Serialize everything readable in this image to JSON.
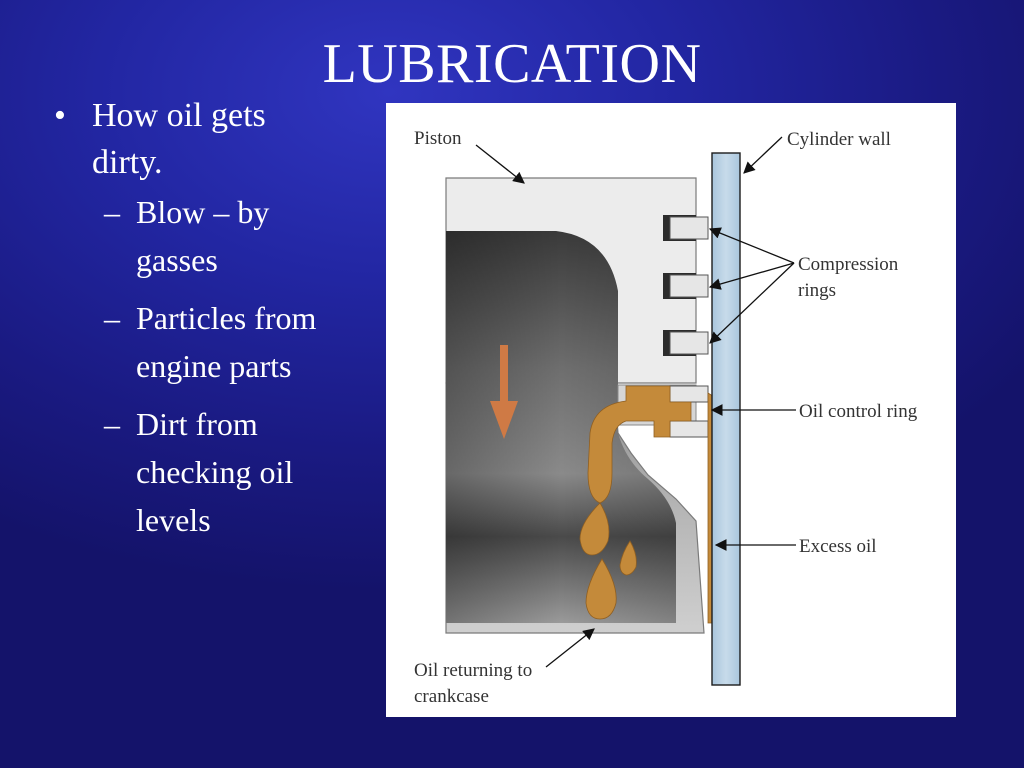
{
  "slide": {
    "title": "LUBRICATION",
    "bullets": [
      {
        "marker": "•",
        "text_lines": [
          "How oil gets",
          "dirty."
        ],
        "subitems": [
          {
            "marker": "–",
            "text_lines": [
              "Blow – by",
              "gasses"
            ]
          },
          {
            "marker": "–",
            "text_lines": [
              "Particles from",
              "engine parts"
            ]
          },
          {
            "marker": "–",
            "text_lines": [
              "Dirt from",
              "checking oil",
              "levels"
            ]
          }
        ]
      }
    ]
  },
  "figure": {
    "labels": {
      "piston": "Piston",
      "cylinder_wall": "Cylinder wall",
      "compression_rings": [
        "Compression",
        "rings"
      ],
      "oil_control_ring": "Oil control ring",
      "excess_oil": "Excess oil",
      "oil_returning": [
        "Oil returning to",
        "crankcase"
      ]
    },
    "colors": {
      "background": "#1f22a0",
      "oil": "#c48a3a",
      "down_arrow": "#cf7a45",
      "cylinder_wall": "#bcd3e6",
      "piston_body": "#ececec"
    }
  }
}
